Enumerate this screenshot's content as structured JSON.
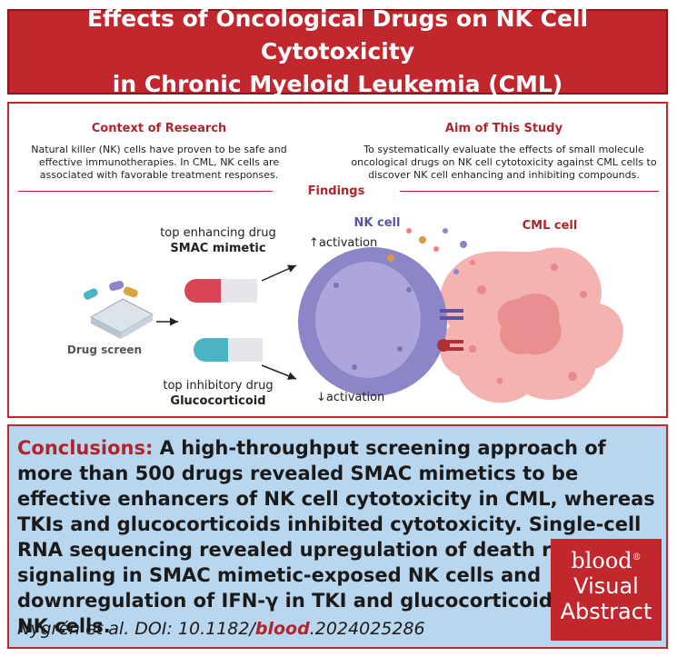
{
  "title": {
    "line1": "Effects of Oncological Drugs on NK Cell Cytotoxicity",
    "line2": "in Chronic Myeloid Leukemia (CML)"
  },
  "context": {
    "heading": "Context of Research",
    "body": "Natural killer (NK) cells have proven to be safe and effective immunotherapies. In CML, NK cells are associated with favorable treatment responses."
  },
  "aim": {
    "heading": "Aim of This Study",
    "body": "To systematically evaluate the effects of small molecule oncological drugs on NK cell cytotoxicity against CML cells to discover NK cell enhancing and inhibiting compounds."
  },
  "findings": {
    "heading": "Findings",
    "drug_screen": "Drug screen",
    "enhancing_caption": "top enhancing drug",
    "enhancing_drug": "SMAC mimetic",
    "inhibitory_caption": "top inhibitory drug",
    "inhibitory_drug": "Glucocorticoid",
    "nk_label": "NK cell",
    "cml_label": "CML cell",
    "up_arrow": "↑",
    "down_arrow": "↓",
    "activation": "activation",
    "colors": {
      "nk": "#8c85c8",
      "cml": "#f2a7a7",
      "pill_red": "#d94557",
      "pill_teal": "#4bb3c3"
    }
  },
  "conclusions": {
    "lead": "Conclusions:",
    "body": "A high-throughput screening approach of more than 500 drugs revealed SMAC mimetics to be effective enhancers of NK cell cytotoxicity in CML, whereas TKIs and glucocorticoids inhibited cytotoxicity. Single-cell RNA sequencing revealed upregulation of death receptor signaling in SMAC mimetic-exposed NK cells and downregulation of IFN-γ in TKI and glucocorticoid-exposed NK cells."
  },
  "citation": {
    "prefix": "Nygrén et al. DOI: 10.1182/",
    "journal": "blood",
    "suffix": ".2024025286"
  },
  "logo": {
    "brand": "blood",
    "registered": "®",
    "line1": "Visual",
    "line2": "Abstract"
  }
}
